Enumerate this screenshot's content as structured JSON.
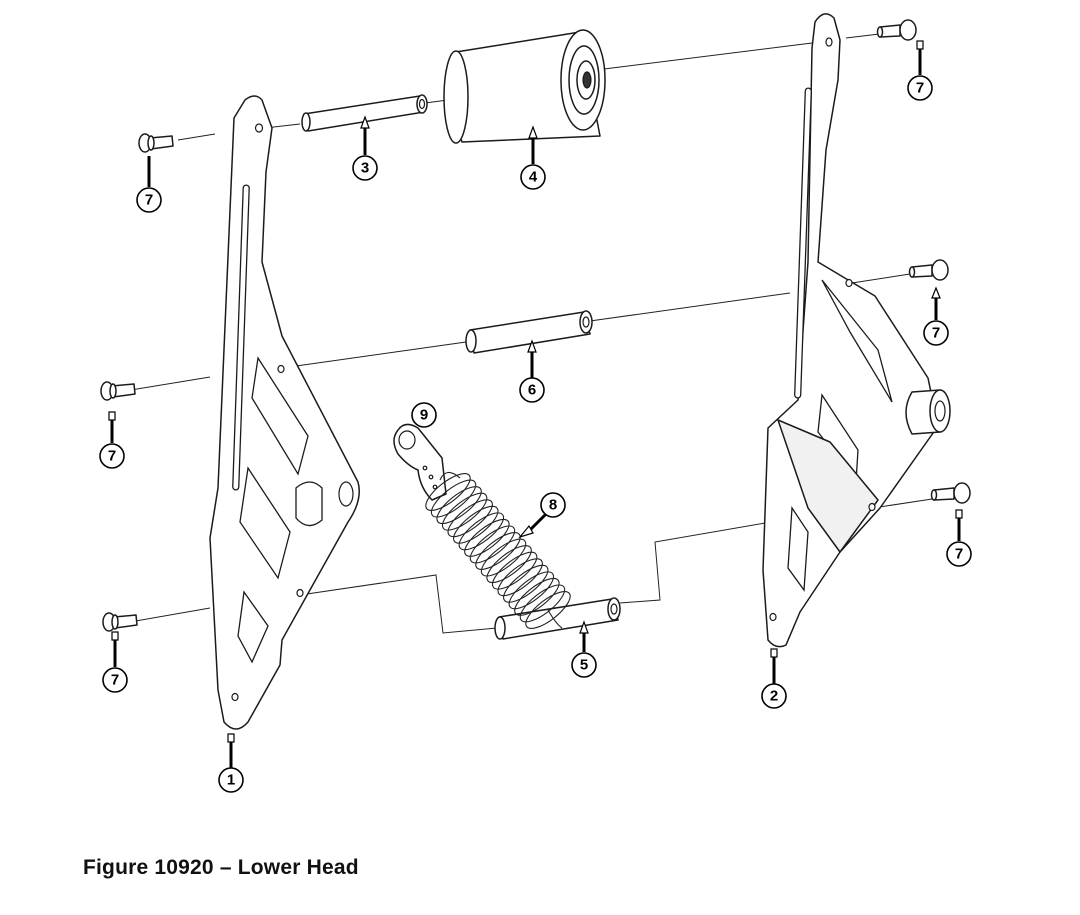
{
  "figure": {
    "caption": "Figure 10920 – Lower Head"
  },
  "callouts": {
    "c1": "1",
    "c2": "2",
    "c3": "3",
    "c4": "4",
    "c5": "5",
    "c6": "6",
    "c7": "7",
    "c8": "8",
    "c9": "9"
  }
}
